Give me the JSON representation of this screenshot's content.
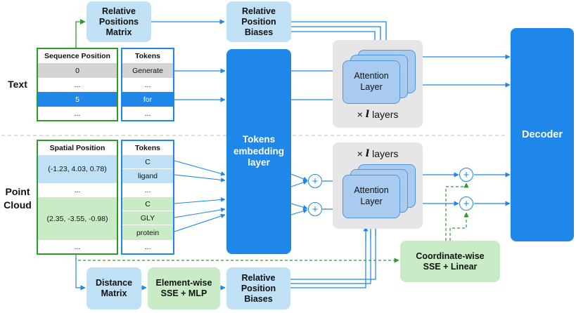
{
  "side_labels": {
    "text": "Text",
    "point_cloud": "Point\nCloud"
  },
  "boxes": {
    "relative_positions_matrix": "Relative\nPositions\nMatrix",
    "relative_position_biases_top": "Relative\nPosition\nBiases",
    "tokens_embedding_layer": "Tokens\nembedding\nlayer",
    "decoder": "Decoder",
    "distance_matrix": "Distance\nMatrix",
    "elementwise_sse_mlp": "Element-wise\nSSE + MLP",
    "relative_position_biases_bottom": "Relative\nPosition\nBiases",
    "coordinatewise_sse_linear": "Coordinate-wise\nSSE + Linear"
  },
  "text_table": {
    "position_header": "Sequence Position",
    "tokens_header": "Tokens",
    "positions": [
      "0",
      "...",
      "5",
      "..."
    ],
    "tokens": [
      "Generate",
      "...",
      "for",
      "..."
    ]
  },
  "point_table": {
    "position_header": "Spatial Position",
    "tokens_header": "Tokens",
    "positions": [
      "(-1.23, 4.03, 0.78)",
      "...",
      "(2.35, -3.55, -0.98)",
      "..."
    ],
    "tokens": [
      "C",
      "ligand",
      "...",
      "C",
      "GLY",
      "protein",
      "..."
    ]
  },
  "attention": {
    "label": "Attention\nLayer",
    "layers_prefix": "×",
    "layers_var": "l",
    "layers_suffix": "layers"
  },
  "plus_symbol": "+",
  "colors": {
    "blue_dark": "#1f86ea",
    "blue_light": "#bfe0f5",
    "green_light": "#c9ecc7",
    "green_border": "#2e9a2e",
    "gray_row": "#d4d4d4",
    "gray_panel": "#e6e6e6"
  }
}
